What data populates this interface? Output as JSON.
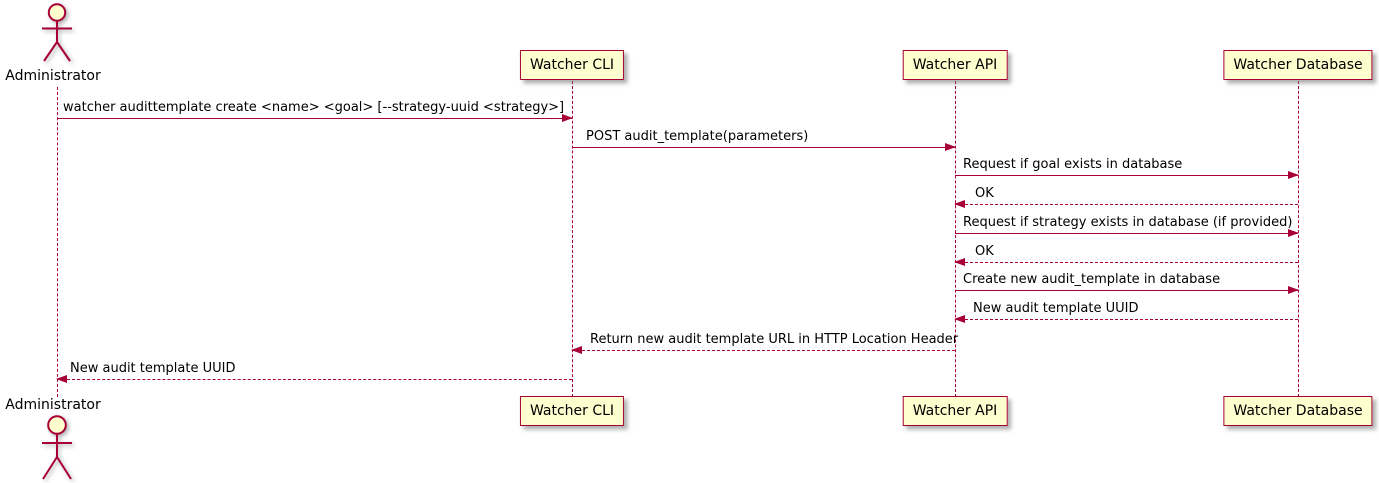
{
  "diagram": {
    "type": "sequence",
    "colors": {
      "participant_fill": "#FEFECE",
      "line": "#A80036",
      "text": "#000000",
      "background": "#FFFFFF"
    },
    "actor": {
      "name": "Administrator"
    },
    "participants": [
      {
        "name": "Watcher CLI"
      },
      {
        "name": "Watcher API"
      },
      {
        "name": "Watcher Database"
      }
    ],
    "messages": [
      {
        "from": "Administrator",
        "to": "Watcher CLI",
        "line": "solid",
        "text": "watcher audittemplate create <name> <goal> [--strategy-uuid <strategy>]"
      },
      {
        "from": "Watcher CLI",
        "to": "Watcher API",
        "line": "solid",
        "text": "POST audit_template(parameters)"
      },
      {
        "from": "Watcher API",
        "to": "Watcher Database",
        "line": "solid",
        "text": "Request if goal exists in database"
      },
      {
        "from": "Watcher Database",
        "to": "Watcher API",
        "line": "dashed",
        "text": "OK"
      },
      {
        "from": "Watcher API",
        "to": "Watcher Database",
        "line": "solid",
        "text": "Request if strategy exists in database (if provided)"
      },
      {
        "from": "Watcher Database",
        "to": "Watcher API",
        "line": "dashed",
        "text": "OK"
      },
      {
        "from": "Watcher API",
        "to": "Watcher Database",
        "line": "solid",
        "text": "Create new audit_template in database"
      },
      {
        "from": "Watcher Database",
        "to": "Watcher API",
        "line": "dashed",
        "text": "New audit template UUID"
      },
      {
        "from": "Watcher API",
        "to": "Watcher CLI",
        "line": "dashed",
        "text": "Return new audit template URL in HTTP Location Header"
      },
      {
        "from": "Watcher CLI",
        "to": "Administrator",
        "line": "dashed",
        "text": "New audit template UUID"
      }
    ]
  }
}
